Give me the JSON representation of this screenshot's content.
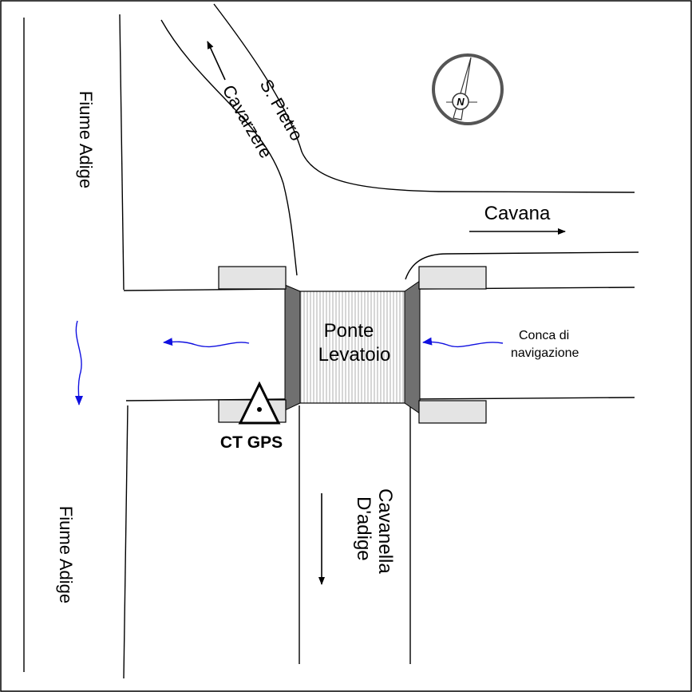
{
  "labels": {
    "river_upper": "Fiume Adige",
    "river_lower": "Fiume Adige",
    "road_north_line1": "S. Pietro",
    "road_north_line2": "Cavarzere",
    "road_east": "Cavana",
    "bridge_line1": "Ponte",
    "bridge_line2": "Levatoio",
    "lock_line1": "Conca di",
    "lock_line2": "navigazione",
    "road_south_line1": "Cavanella",
    "road_south_line2": "D'adige",
    "gps_station": "CT GPS",
    "north_letter": "N"
  },
  "colors": {
    "water_arrow": "#1010e0",
    "pier_fill": "#e4e4e4",
    "wall_fill": "#707070",
    "bridge_hatch": "#9a9a9a"
  },
  "icons": {
    "north": "compass-north-icon",
    "gps": "gps-triangle-icon"
  }
}
